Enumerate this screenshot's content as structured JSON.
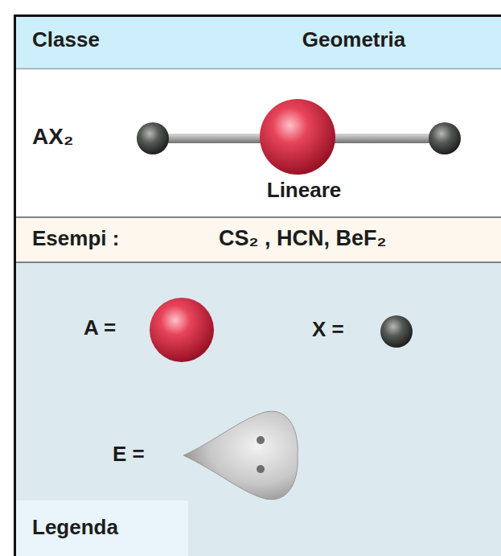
{
  "diagram": {
    "nodes": [
      {
        "text": [
          "Classe",
          "Geometria"
        ]
      },
      {
        "text": [
          "AX₂",
          "Lineare"
        ]
      },
      {
        "text": [
          "Esempi :",
          "CS₂ , HCN, BeF₂"
        ]
      },
      {
        "text": [
          "Legenda"
        ]
      }
    ],
    "legend": [
      {
        "text": "A ="
      },
      {
        "text": "X ="
      },
      {
        "text": "E ="
      }
    ]
  }
}
